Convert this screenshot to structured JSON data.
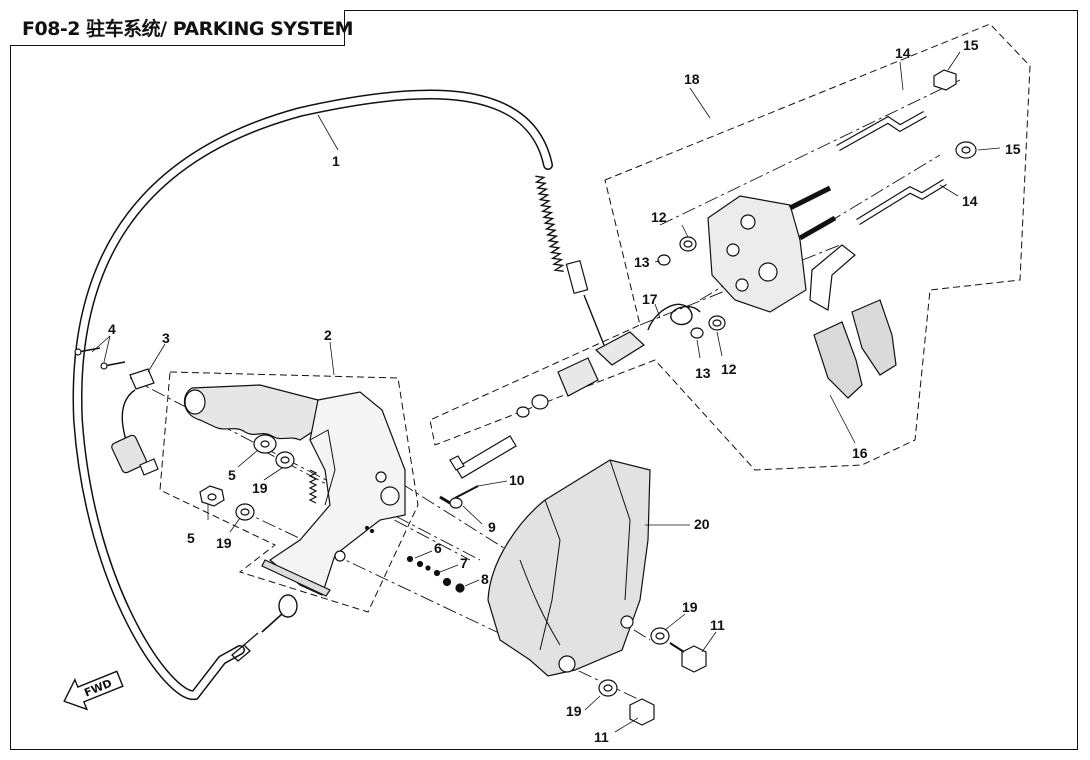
{
  "title": "F08-2 驻车系统/ PARKING SYSTEM",
  "fwd_label": "FWD",
  "callouts": {
    "c1": "1",
    "c2": "2",
    "c3": "3",
    "c4": "4",
    "c5a": "5",
    "c5b": "5",
    "c6": "6",
    "c7": "7",
    "c8": "8",
    "c9": "9",
    "c10": "10",
    "c11a": "11",
    "c11b": "11",
    "c12a": "12",
    "c12b": "12",
    "c13a": "13",
    "c13b": "13",
    "c14a": "14",
    "c14b": "14",
    "c15a": "15",
    "c15b": "15",
    "c16": "16",
    "c17": "17",
    "c18": "18",
    "c19a": "19",
    "c19b": "19",
    "c19c": "19",
    "c19d": "19",
    "c20": "20"
  },
  "colors": {
    "line": "#111111",
    "shade": "#cfcfcf",
    "dark": "#555555"
  }
}
